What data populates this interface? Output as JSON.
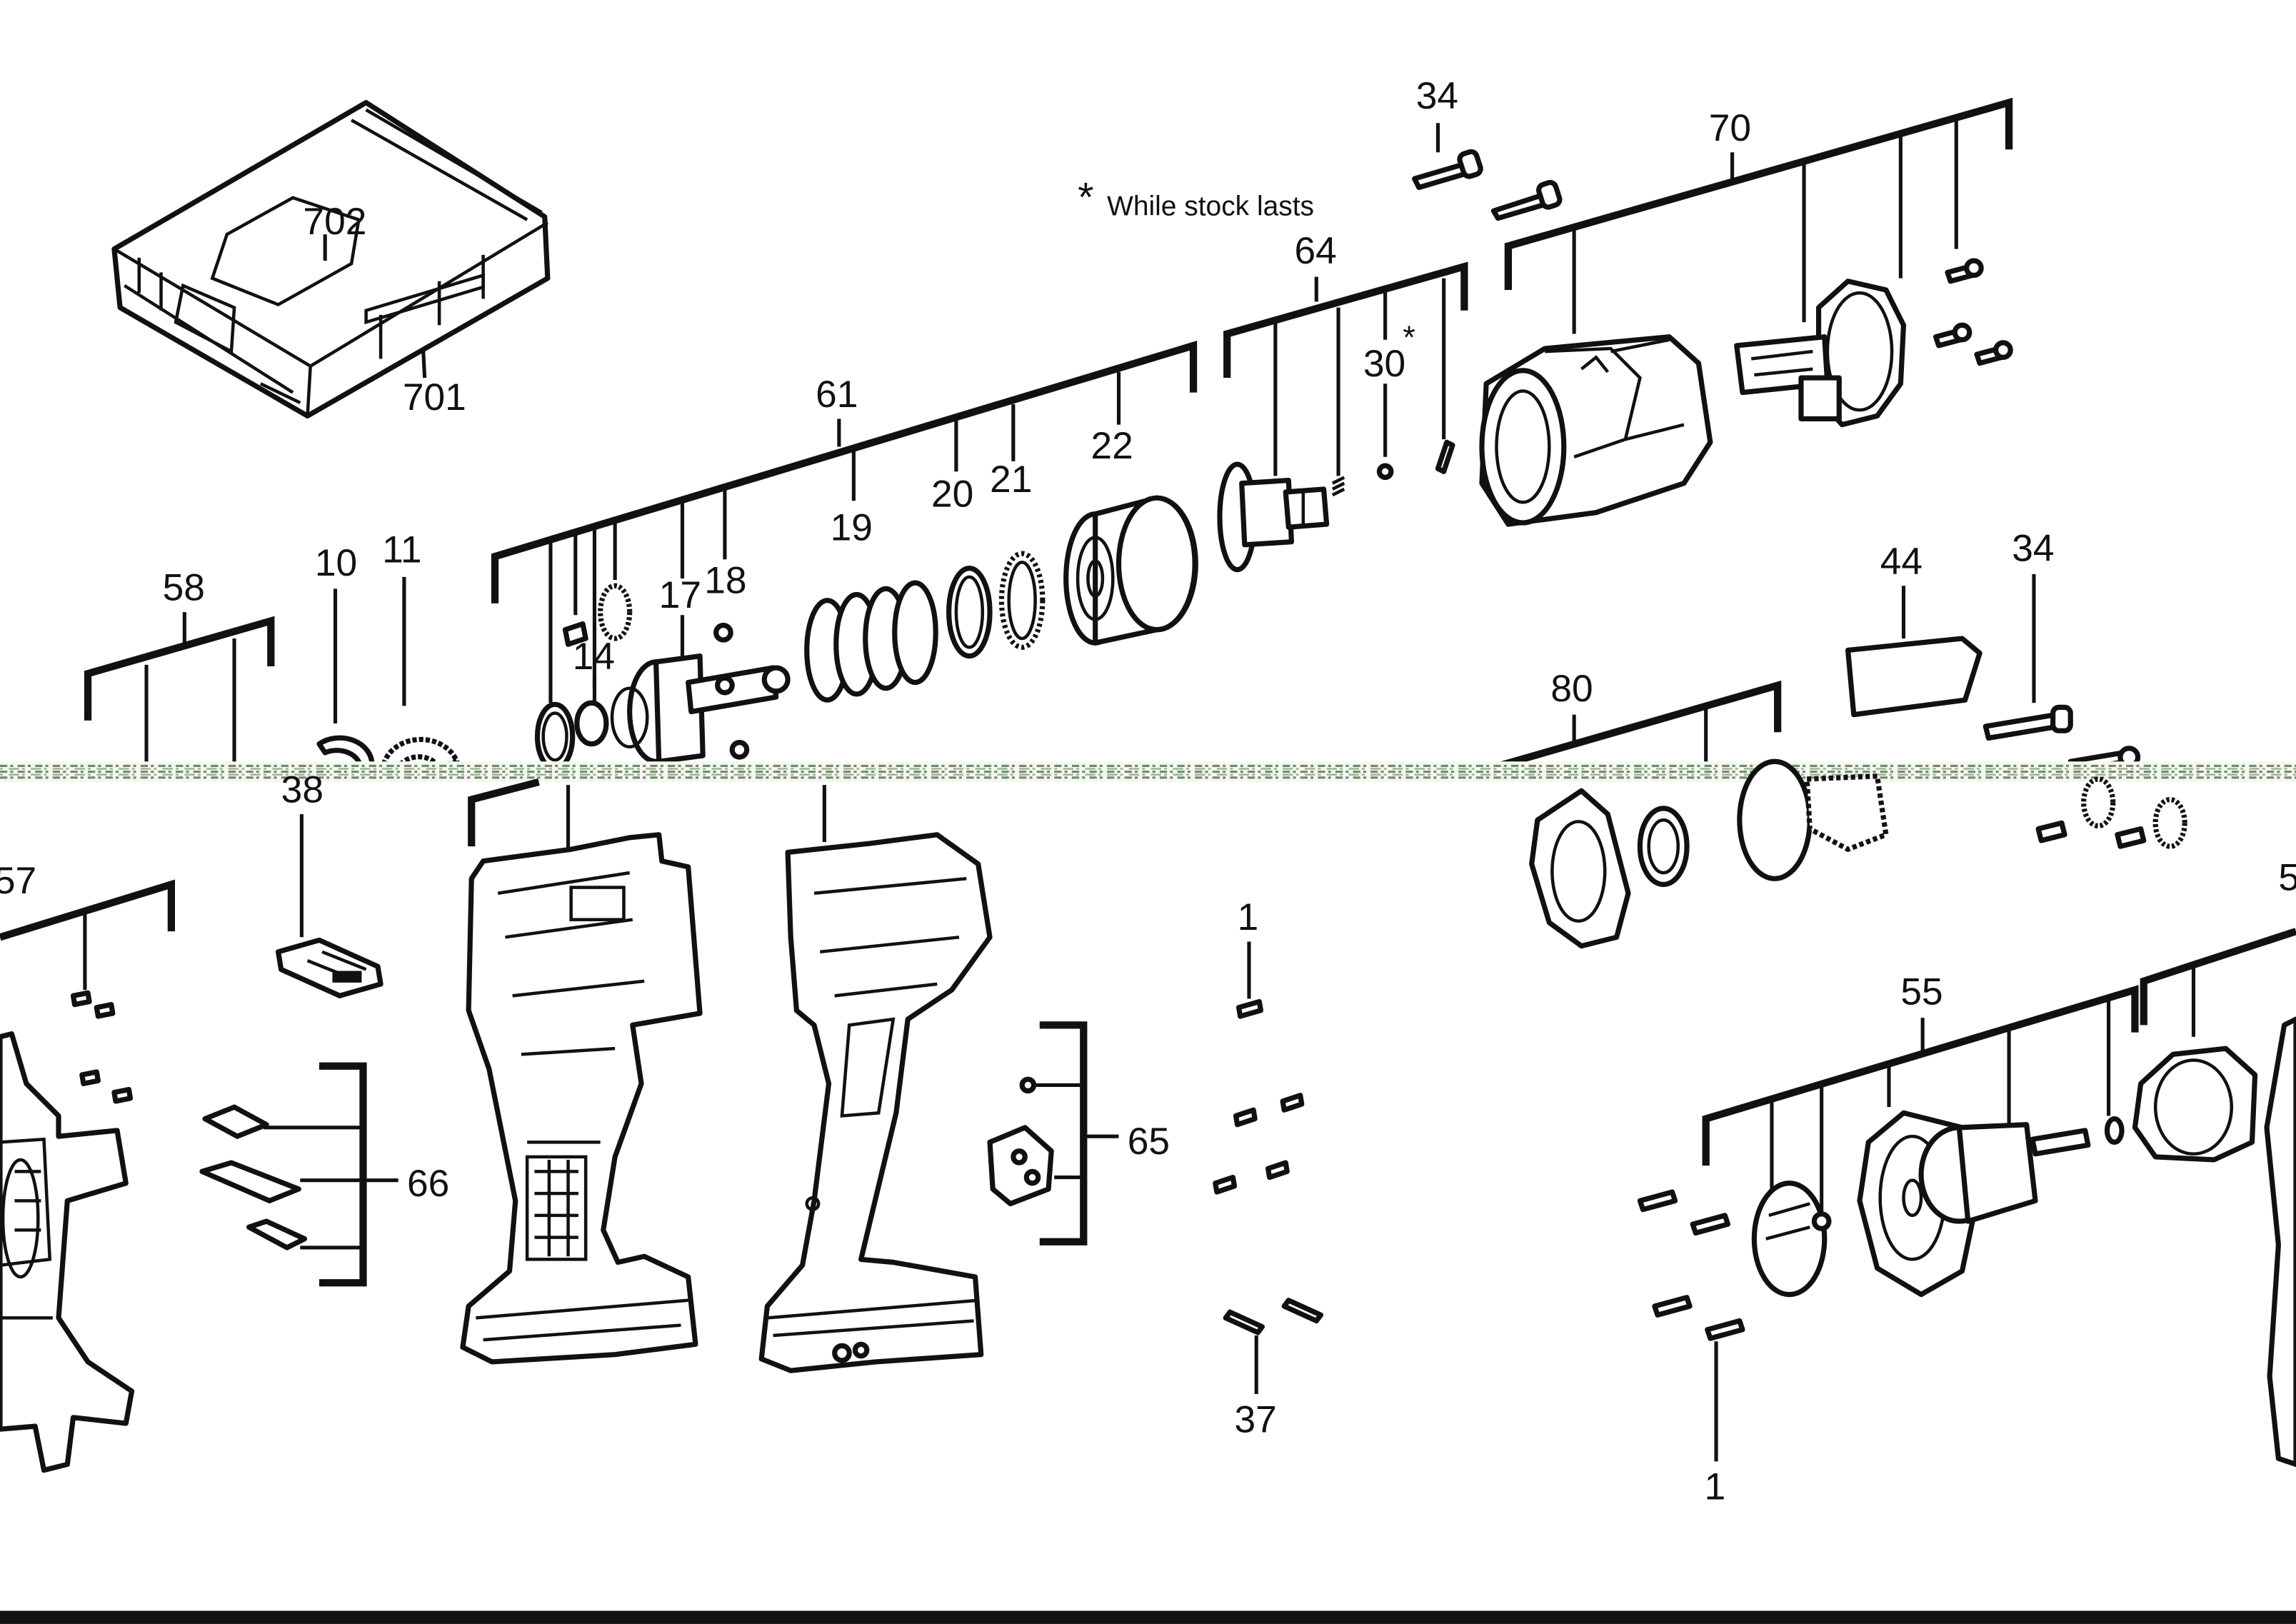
{
  "note": {
    "star": "*",
    "text": "While stock lasts"
  },
  "callouts": {
    "c702": "702",
    "c701": "701",
    "c34a": "34",
    "c70": "70",
    "c64": "64",
    "c30": "30",
    "c30star": "*",
    "c61": "61",
    "c22": "22",
    "c21": "21",
    "c20": "20",
    "c19": "19",
    "c18": "18",
    "c17": "17",
    "c14": "14",
    "c58": "58",
    "c10": "10",
    "c11": "11",
    "c44": "44",
    "c34b": "34",
    "c80": "80",
    "c38": "38",
    "c57": "57",
    "c1a": "1",
    "c65": "65",
    "c66": "66",
    "c55": "55",
    "c5x": "5",
    "c37": "37",
    "c1b": "1"
  }
}
